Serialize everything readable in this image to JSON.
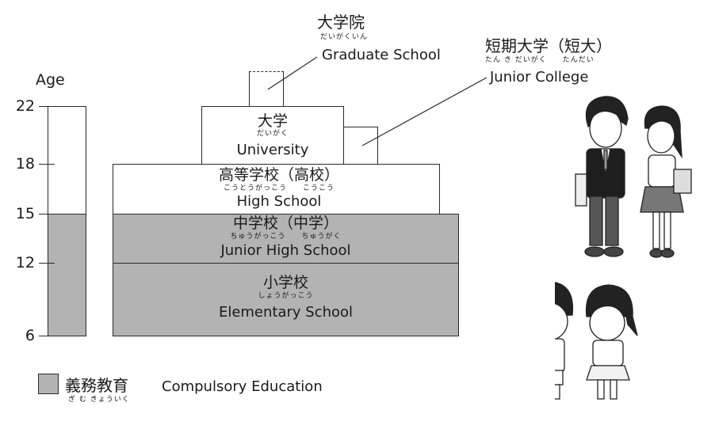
{
  "axis": {
    "title": "Age",
    "ticks": [
      "22",
      "18",
      "15",
      "12",
      "6"
    ]
  },
  "levels": {
    "graduate": {
      "jp": "大学院",
      "ruby": "だいがくいん",
      "en": "Graduate School"
    },
    "junior_college": {
      "jp": "短期大学（短大）",
      "ruby": "たん き だいがく　　たんだい",
      "en": "Junior College"
    },
    "university": {
      "jp": "大学",
      "ruby": "だいがく",
      "en": "University"
    },
    "high_school": {
      "jp": "高等学校（高校）",
      "ruby": "こうとうがっこう　　こうこう",
      "en": "High School"
    },
    "junior_high": {
      "jp": "中学校（中学）",
      "ruby": "ちゅうがっこう　　ちゅうがく",
      "en": "Junior High School"
    },
    "elementary": {
      "jp": "小学校",
      "ruby": "しょうがっこう",
      "en": "Elementary School"
    }
  },
  "legend": {
    "jp": "義務教育",
    "ruby": "ぎ む きょういく",
    "en": "Compulsory Education",
    "swatch_color": "#b3b3b3"
  },
  "colors": {
    "compulsory": "#b3b3b3",
    "line": "#2a2a2a"
  }
}
